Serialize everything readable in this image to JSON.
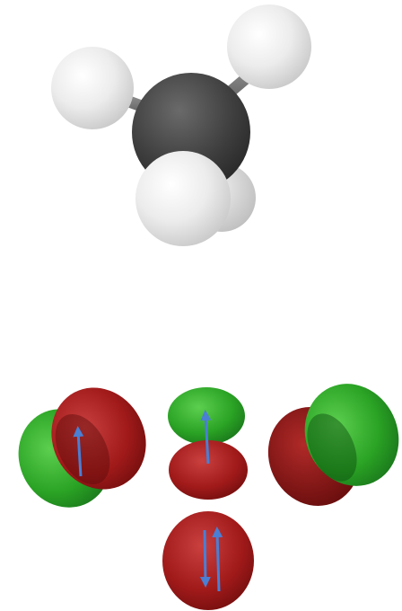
{
  "molecule": {
    "name": "methane",
    "atoms": [
      {
        "id": "carbon",
        "element": "C"
      },
      {
        "id": "hydrogen-upper-right",
        "element": "H"
      },
      {
        "id": "hydrogen-upper-left",
        "element": "H"
      },
      {
        "id": "hydrogen-back",
        "element": "H"
      },
      {
        "id": "hydrogen-front",
        "element": "H"
      }
    ]
  },
  "orbitals": {
    "phase_colors": {
      "positive": "#1e9e1e",
      "negative": "#a11a1a"
    },
    "arrow_color": "#4a7fd4",
    "items": [
      {
        "id": "left-p-orbital",
        "type": "p",
        "electrons": 1,
        "spin": [
          "up"
        ]
      },
      {
        "id": "center-p-orbital",
        "type": "p",
        "electrons": 1,
        "spin": [
          "up"
        ]
      },
      {
        "id": "right-p-orbital",
        "type": "p",
        "electrons": 0,
        "spin": []
      },
      {
        "id": "s-orbital",
        "type": "s",
        "electrons": 2,
        "spin": [
          "down",
          "up"
        ]
      }
    ]
  }
}
